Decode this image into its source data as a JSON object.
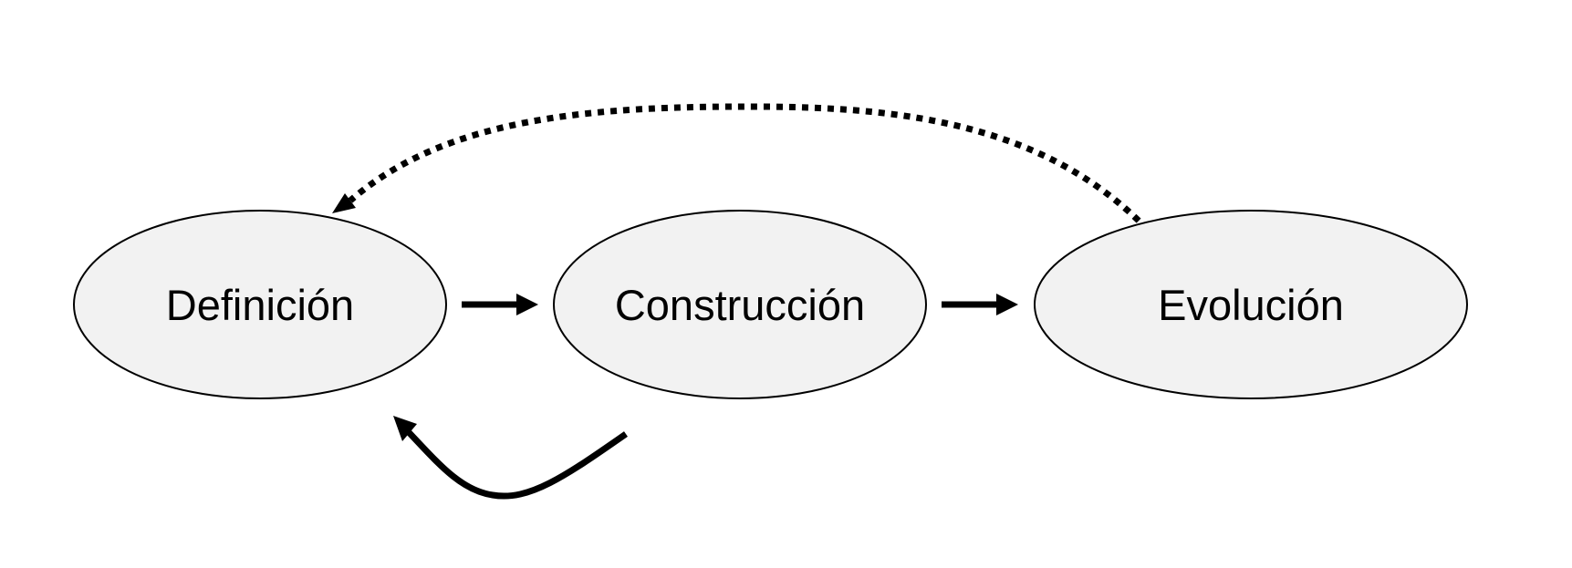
{
  "colors": {
    "node_fill": "#f2f2f2",
    "node_stroke": "#000000",
    "arrow": "#000000",
    "background": "#ffffff"
  },
  "nodes": [
    {
      "id": "definicion",
      "label": "Definición"
    },
    {
      "id": "construccion",
      "label": "Construcción"
    },
    {
      "id": "evolucion",
      "label": "Evolución"
    }
  ],
  "edges": [
    {
      "from": "definicion",
      "to": "construccion",
      "style": "solid"
    },
    {
      "from": "construccion",
      "to": "evolucion",
      "style": "solid"
    },
    {
      "from": "construccion",
      "to": "definicion",
      "style": "solid-curved"
    },
    {
      "from": "evolucion",
      "to": "definicion",
      "style": "dotted-curved"
    }
  ]
}
